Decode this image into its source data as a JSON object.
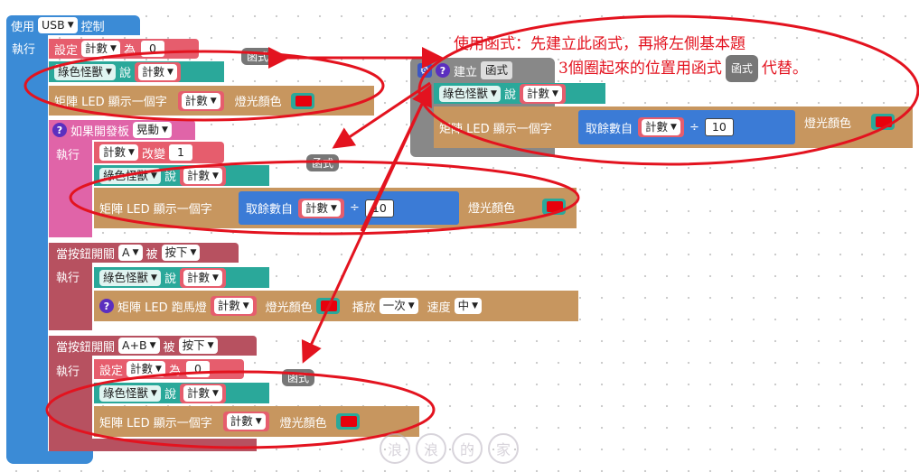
{
  "top_block": {
    "use_label": "使用",
    "usb_value": "USB",
    "control_label": "控制",
    "exec_label": "執行"
  },
  "var_name": "計數",
  "labels": {
    "set": "設定",
    "to": "為",
    "sprite_say": "說",
    "sprite_name": "綠色怪獸",
    "led_show_char": "矩陣 LED 顯示一個字",
    "led_color": "燈光顏色",
    "mod_of": "取餘數自",
    "divide": "÷",
    "change": "改變",
    "led_marquee": "矩陣 LED 跑馬燈",
    "play": "播放",
    "play_value": "一次",
    "speed": "速度",
    "speed_value": "中",
    "when_button": "當按鈕開關",
    "pressed_label": "被",
    "pressed_value": "按下",
    "exec": "執行",
    "if_board": "如果開發板",
    "shake": "晃動",
    "build": "建立",
    "func_name": "函式"
  },
  "values": {
    "zero": "0",
    "one": "1",
    "ten": "10"
  },
  "buttons": {
    "a": "A",
    "ab": "A+B"
  },
  "callouts": {
    "c1": "函式",
    "c2": "函式",
    "c3": "函式"
  },
  "annotation": {
    "line1": "使用函式：先建立此函式，再將左側基本題",
    "line2a": "3個圈起來的位置用函式",
    "line2_tag": "函式",
    "line2b": "代替。"
  },
  "watermark": {
    "chars": [
      "浪",
      "浪",
      "的",
      "家"
    ]
  },
  "colors": {
    "blue": "#3b8bd6",
    "pink": "#e064a8",
    "button": "#b75160",
    "orange": "#c7965f",
    "teal": "#2aa89a",
    "red": "#e65d6d",
    "annotation": "#e3131f",
    "led": "#e8000c"
  }
}
